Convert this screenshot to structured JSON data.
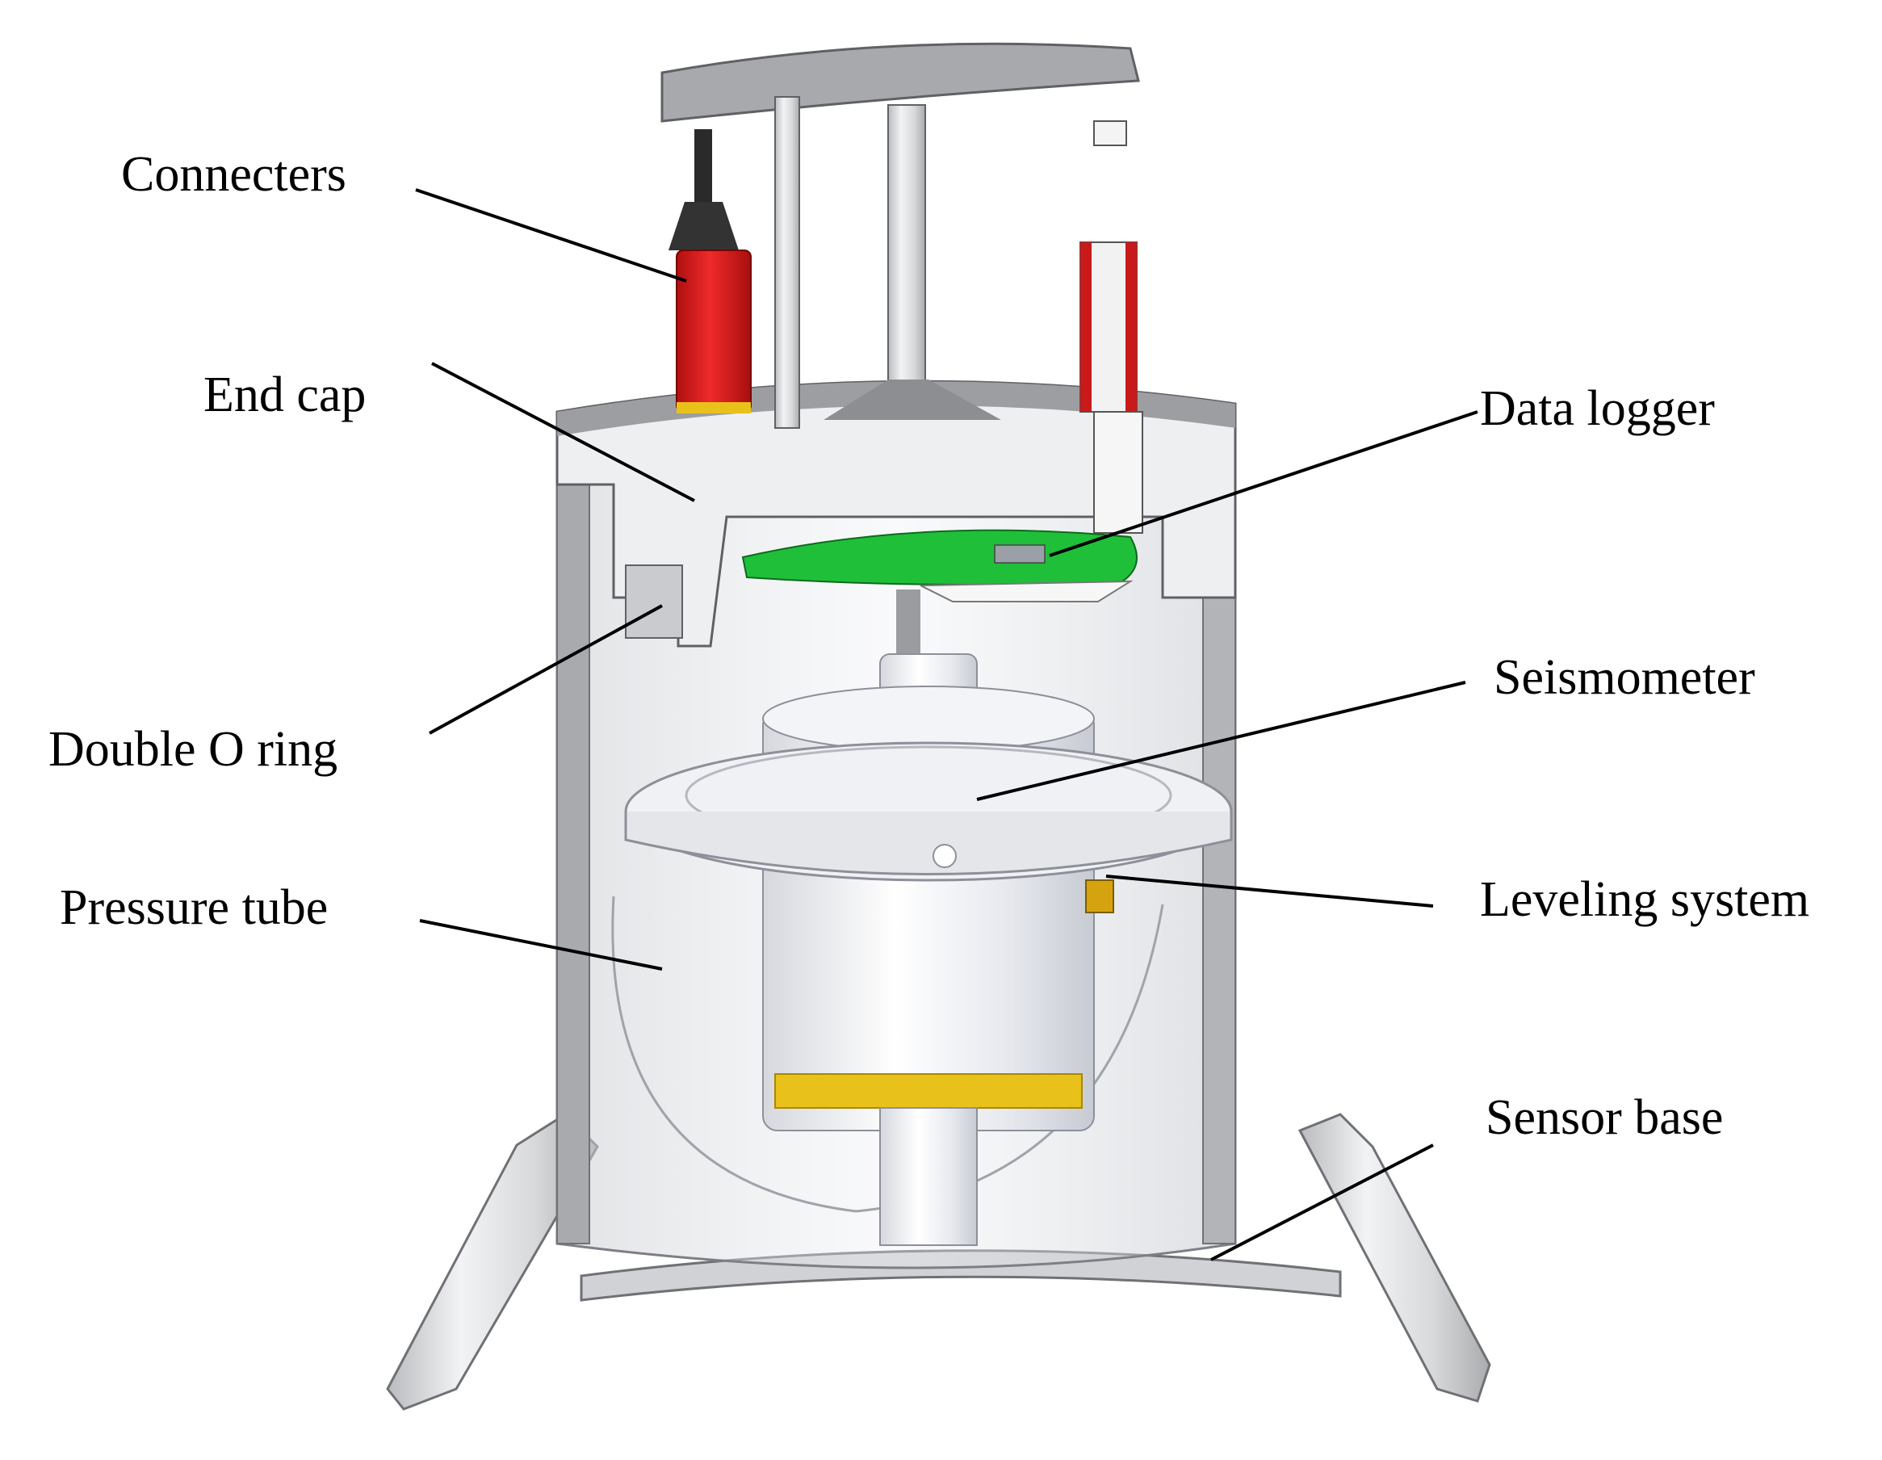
{
  "labels": {
    "connecters": "Connecters",
    "end_cap": "End cap",
    "double_o_ring": "Double O ring",
    "pressure_tube": "Pressure tube",
    "data_logger": "Data logger",
    "seismometer": "Seismometer",
    "leveling_system": "Leveling system",
    "sensor_base": "Sensor base"
  },
  "colors": {
    "connector_red": "#d91e1e",
    "board_green": "#1fbf3a",
    "ring_yellow": "#e8c21a",
    "metal_gray": "#c9cacc",
    "dark_gray": "#8f9194",
    "leader_line": "#000000"
  }
}
